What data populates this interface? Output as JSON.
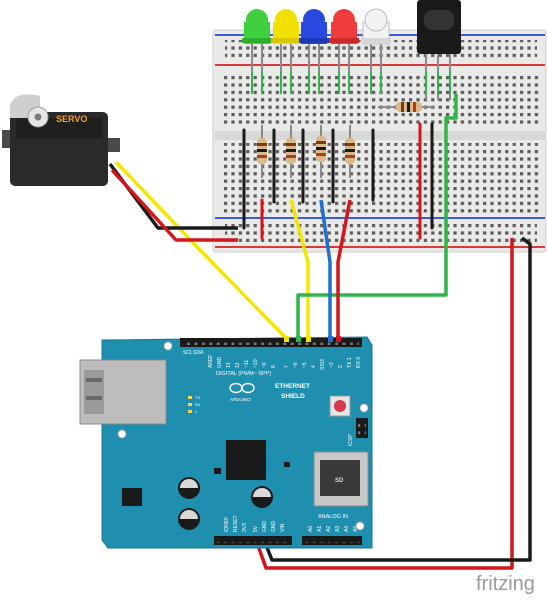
{
  "servo": {
    "label": "SERVO"
  },
  "ethernet_shield": {
    "title_line1": "ETHERNET",
    "title_line2": "SHIELD",
    "digital_header": "DIGITAL (PWM~ SPI*)",
    "brand": "ARDUINO",
    "analog_header": "ANALOG IN",
    "sd_label": "SD",
    "tx_label": "TX",
    "rx_label": "RX",
    "icsp_label": "ICSP",
    "l_label": "L",
    "pin_labels_top": [
      "SCL",
      "SDA",
      "AREF",
      "GND",
      "13",
      "12",
      "~11",
      "~10",
      "~9",
      "8",
      "7",
      "~6",
      "~5",
      "4",
      "SS/3",
      "~3",
      "2",
      "TX 1",
      "RX 0"
    ],
    "pin_labels_power": [
      "IOREF",
      "RESET",
      "3V3",
      "5V",
      "GND",
      "GND",
      "VIN"
    ],
    "pin_labels_analog": [
      "A0",
      "A1",
      "A2",
      "A3",
      "A4",
      "A5"
    ]
  },
  "watermark": {
    "text": "fritzing"
  },
  "colors": {
    "board": "#1f8fb0",
    "board_dark": "#16708c",
    "breadboard": "#e8e8e6",
    "wire_black": "#1a1a1a",
    "wire_red": "#d2161b",
    "wire_yellow": "#f5e600",
    "wire_green": "#2fb64a",
    "wire_blue": "#2070d0",
    "led_green": "#3fcf3f",
    "led_yellow": "#f2e000",
    "led_blue": "#2848e0",
    "led_red": "#f03c3c",
    "led_white": "#eeeeee"
  },
  "leds": [
    "green",
    "yellow",
    "blue",
    "red",
    "white"
  ]
}
